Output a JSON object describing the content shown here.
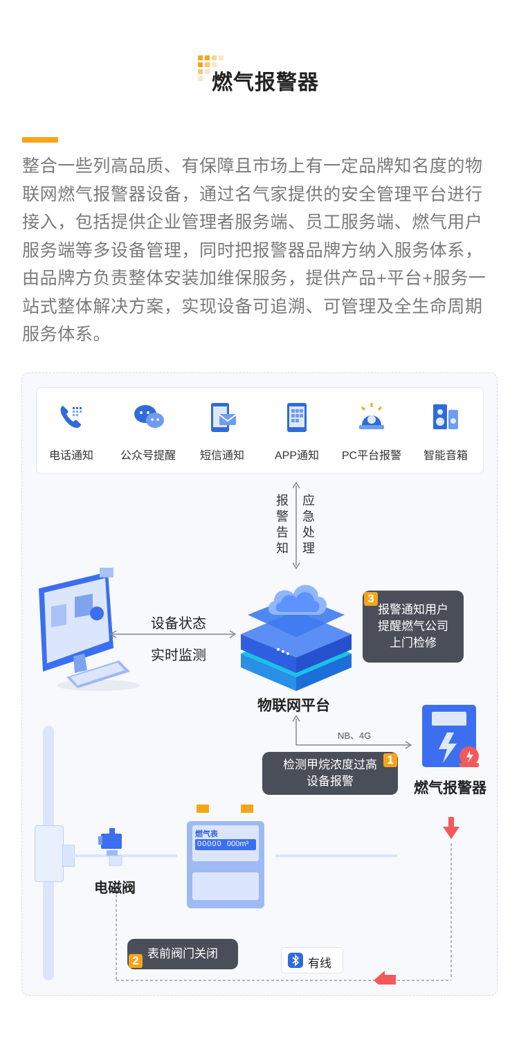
{
  "header": {
    "title": "燃气报警器",
    "intro": "整合一些列高品质、有保障且市场上有一定品牌知名度的物联网燃气报警器设备，通过名气家提供的安全管理平台进行接入，包括提供企业管理者服务端、员工服务端、燃气用户服务端等多设备管理，同时把报警器品牌方纳入服务体系，由品牌方负责整体安装加维保服务，提供产品+平台+服务一站式整体解决方案，实现设备可追溯、可管理及全生命周期服务体系。"
  },
  "channels": [
    {
      "label": "电话通知",
      "icon": "phone-icon"
    },
    {
      "label": "公众号提醒",
      "icon": "wechat-icon"
    },
    {
      "label": "短信通知",
      "icon": "sms-icon"
    },
    {
      "label": "APP通知",
      "icon": "app-icon"
    },
    {
      "label": "PC平台报警",
      "icon": "alarm-camera-icon"
    },
    {
      "label": "智能音箱",
      "icon": "speaker-icon"
    }
  ],
  "flow": {
    "alert_notice": "报警告知",
    "emergency": "应急处理",
    "device_status": "设备状态",
    "realtime": "实时监测",
    "platform": "物联网平台",
    "nb4g": "NB、4G",
    "alarm_device": "燃气报警器",
    "valve": "电磁阀",
    "meter_title": "燃气表",
    "meter_reading": "00000",
    "meter_unit": "000m³",
    "wired": "有线"
  },
  "steps": [
    {
      "num": "1",
      "text": "检测甲烷浓度过高\n设备报警"
    },
    {
      "num": "2",
      "text": "表前阀门关闭"
    },
    {
      "num": "3",
      "text": "报警通知用户\n提醒燃气公司\n上门检修"
    }
  ],
  "colors": {
    "accent": "#f6a51b",
    "primary": "#3b6ff0",
    "alarm": "#f25a5a",
    "dark_box": "#4a4e58"
  }
}
